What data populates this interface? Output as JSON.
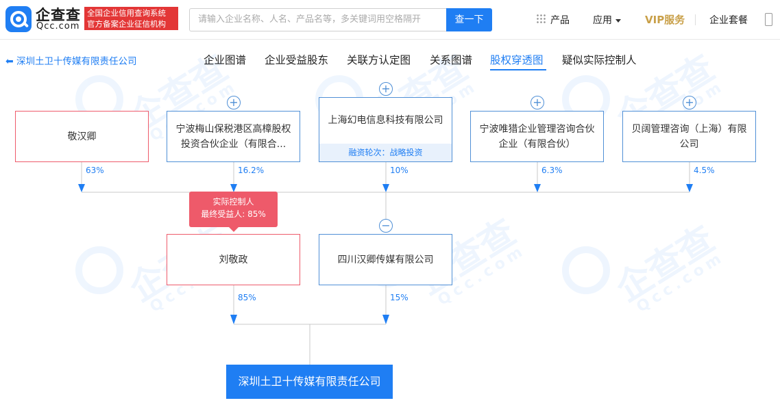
{
  "header": {
    "logo_cn": "企查查",
    "logo_en": "Qcc.com",
    "badge_line1": "全国企业信用查询系统",
    "badge_line2": "官方备案企业征信机构",
    "search_placeholder": "请输入企业名称、人名、产品名等，多关键词用空格隔开",
    "search_button": "查一下",
    "nav_products": "产品",
    "nav_apps": "应用",
    "nav_vip": "VIP服务",
    "nav_package": "企业套餐"
  },
  "subheader": {
    "back_label": "深圳土卫十传媒有限责任公司",
    "tabs": [
      {
        "label": "企业图谱"
      },
      {
        "label": "企业受益股东"
      },
      {
        "label": "关联方认定图"
      },
      {
        "label": "关系图谱"
      },
      {
        "label": "股权穿透图"
      },
      {
        "label": "疑似实际控制人"
      }
    ],
    "active_tab": "股权穿透图"
  },
  "watermark": {
    "text_cn": "企查查",
    "text_en": "Qcc.com"
  },
  "chart": {
    "shareholders_top": [
      {
        "name": "敬汉卿",
        "percent": "63%",
        "type": "person"
      },
      {
        "name": "宁波梅山保税港区高樟股权投资合伙企业（有限合...",
        "percent": "16.2%",
        "type": "company"
      },
      {
        "name": "上海幻电信息科技有限公司",
        "percent": "10%",
        "type": "company",
        "note": "融资轮次：战略投资"
      },
      {
        "name": "宁波唯猎企业管理咨询合伙企业（有限合伙）",
        "percent": "6.3%",
        "type": "company"
      },
      {
        "name": "贝阔管理咨询（上海）有限公司",
        "percent": "4.5%",
        "type": "company"
      }
    ],
    "controller_tag": {
      "line1": "实际控制人",
      "line2": "最终受益人: 85%"
    },
    "shareholders_direct": [
      {
        "name": "刘敬政",
        "percent": "85%",
        "type": "person"
      },
      {
        "name": "四川汉卿传媒有限公司",
        "percent": "15%",
        "type": "company"
      }
    ],
    "target": "深圳土卫十传媒有限责任公司",
    "colors": {
      "accent": "#1f7ef3",
      "person_border": "#ee5a6a",
      "company_border": "#4f8fd6"
    }
  }
}
